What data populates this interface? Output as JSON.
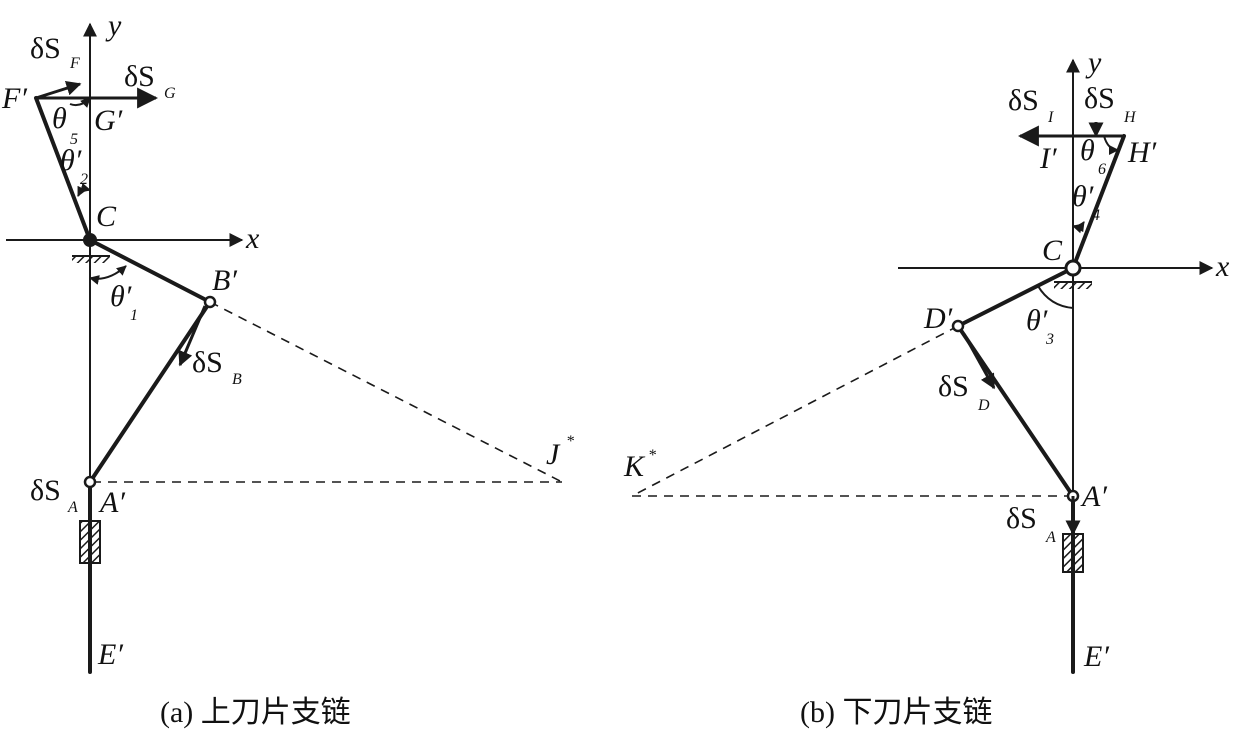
{
  "left": {
    "caption": "(a) 上刀片支链",
    "points": {
      "F": "F′",
      "G": "G′",
      "C": "C",
      "B": "B′",
      "A": "A′",
      "E": "E′",
      "J": "J"
    },
    "axes": {
      "x": "x",
      "y": "y"
    },
    "angles": {
      "theta5": "θ",
      "theta5_sub": "5",
      "theta2": "θ′",
      "theta2_sub": "2",
      "theta1": "θ′",
      "theta1_sub": "1"
    },
    "vectors": {
      "dSF": "δS",
      "dSF_sub": "F",
      "dSG": "δS",
      "dSG_sub": "G",
      "dSB": "δS",
      "dSB_sub": "B",
      "dSA": "δS",
      "dSA_sub": "A"
    },
    "star": "*"
  },
  "right": {
    "caption": "(b) 下刀片支链",
    "points": {
      "H": "H′",
      "I": "I′",
      "C": "C",
      "D": "D′",
      "A": "A′",
      "E": "E′",
      "K": "K"
    },
    "axes": {
      "x": "x",
      "y": "y"
    },
    "angles": {
      "theta6": "θ",
      "theta6_sub": "6",
      "theta4": "θ′",
      "theta4_sub": "4",
      "theta3": "θ′",
      "theta3_sub": "3"
    },
    "vectors": {
      "dSI": "δS",
      "dSI_sub": "I",
      "dSH": "δS",
      "dSH_sub": "H",
      "dSD": "δS",
      "dSD_sub": "D",
      "dSA": "δS",
      "dSA_sub": "A"
    },
    "star": "*"
  }
}
